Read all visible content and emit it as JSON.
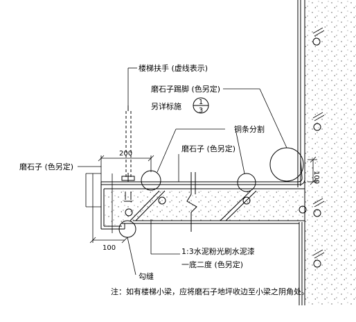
{
  "labels": {
    "handrail": "楼梯扶手 (虚线表示)",
    "skirting": "磨石子踢脚 (色另定)",
    "see_detail": "另详标施",
    "detail_top": "1",
    "detail_bottom": "3",
    "copper_strip": "铜条分割",
    "terrazzo_top": "磨石子 (色另定)",
    "terrazzo_left": "磨石子 (色另定)",
    "plaster_line1": "1:3水泥粉光刷水泥漆",
    "plaster_line2": "一底二度 (色另定)",
    "groove": "勾缝",
    "note": "注：如有楼梯小梁，应将磨石子地坪收边至小梁之阴角处。"
  },
  "dimensions": {
    "width_top": "200",
    "height_right": "100",
    "width_bottom": "100"
  },
  "colors": {
    "line": "#000000",
    "concrete_hatch": "#555555",
    "background": "#ffffff"
  }
}
